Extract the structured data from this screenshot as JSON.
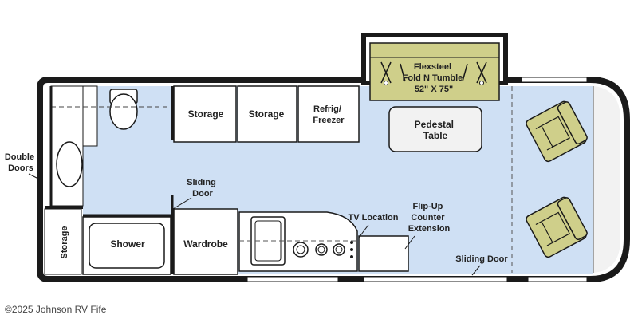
{
  "labels": {
    "double_doors": [
      "Double",
      "Doors"
    ],
    "storage_bath": "Storage",
    "shower": "Shower",
    "wardrobe": "Wardrobe",
    "sliding_door_interior": [
      "Sliding",
      "Door"
    ],
    "storage_1": "Storage",
    "storage_2": "Storage",
    "refrig_freezer": [
      "Refrig/",
      "Freezer"
    ],
    "pedestal_table": [
      "Pedestal",
      "Table"
    ],
    "flexsteel": [
      "Flexsteel",
      "Fold N Tumble",
      "52\" X 75\""
    ],
    "tv_location": "TV Location",
    "flip_up_counter": [
      "Flip-Up",
      "Counter",
      "Extension"
    ],
    "sliding_door_exterior": "Sliding Door"
  },
  "copyright": "©2025 Johnson RV Fife",
  "colors": {
    "floor": "#cfe0f4",
    "cabinet": "#ffffff",
    "wall": "#1a1a1a",
    "sofa": "#cfcf8a",
    "chair": "#cfcf8a",
    "cab": "#f2f2f2"
  }
}
